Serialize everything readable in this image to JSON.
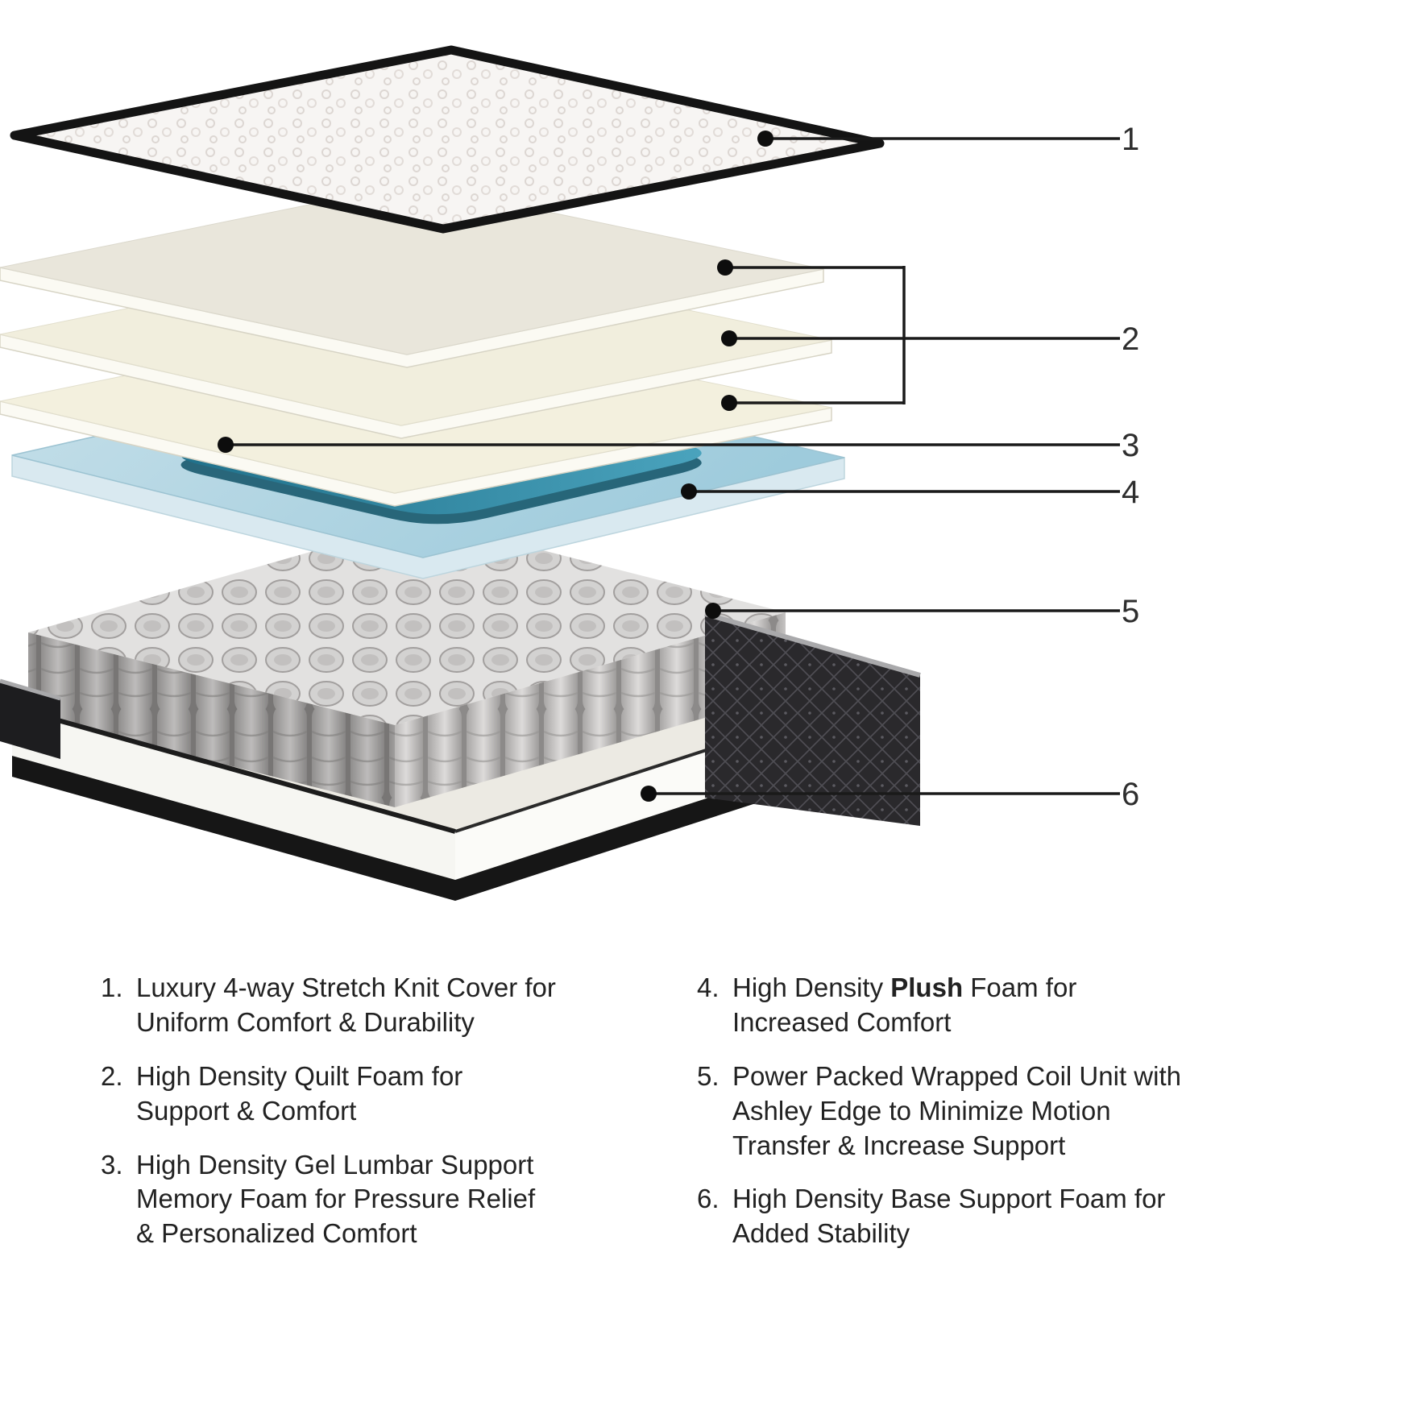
{
  "figure": {
    "callouts": [
      {
        "n": "1"
      },
      {
        "n": "2"
      },
      {
        "n": "3"
      },
      {
        "n": "4"
      },
      {
        "n": "5"
      },
      {
        "n": "6"
      }
    ]
  },
  "legend": {
    "left": [
      {
        "num": "1.",
        "pre": "Luxury 4-way Stretch Knit Cover for\nUniform Comfort & Durability",
        "bold": "",
        "post": ""
      },
      {
        "num": "2.",
        "pre": "High Density Quilt Foam for\nSupport & Comfort",
        "bold": "",
        "post": ""
      },
      {
        "num": "3.",
        "pre": "High Density Gel Lumbar Support\nMemory Foam for Pressure Relief\n& Personalized Comfort",
        "bold": "",
        "post": ""
      }
    ],
    "right": [
      {
        "num": "4.",
        "pre": "High Density ",
        "bold": "Plush",
        "post": " Foam for\nIncreased Comfort"
      },
      {
        "num": "5.",
        "pre": "Power Packed Wrapped Coil Unit with\nAshley Edge to Minimize Motion\nTransfer & Increase Support",
        "bold": "",
        "post": ""
      },
      {
        "num": "6.",
        "pre": "High Density Base Support Foam for\nAdded Stability",
        "bold": "",
        "post": ""
      }
    ]
  },
  "colors": {
    "gel_teal": "#2f8aa2",
    "plush_blue": "#aed2e1",
    "quilt_cream": "#f1eedd",
    "coil_gray": "#c6c4c3",
    "shell_black": "#1a1a1c"
  }
}
